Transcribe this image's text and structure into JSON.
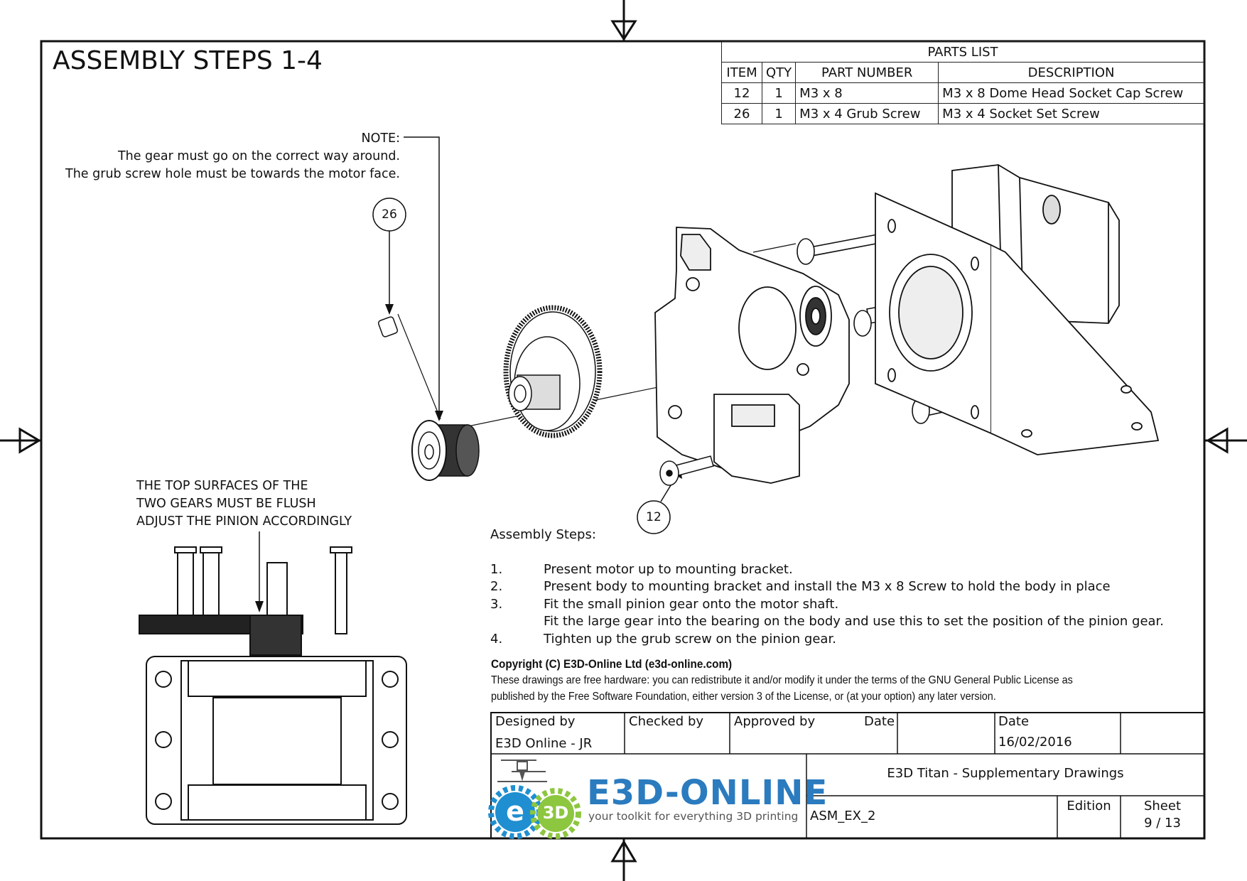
{
  "title": "ASSEMBLY STEPS 1-4",
  "note": {
    "label": "NOTE:",
    "line1": "The gear must go on the correct way around.",
    "line2": "The grub screw hole must be towards the motor face."
  },
  "flush_note": {
    "line1": "THE TOP SURFACES OF THE",
    "line2": "TWO GEARS MUST BE FLUSH",
    "line3": "ADJUST THE PINION ACCORDINGLY"
  },
  "callouts": {
    "grub": "26",
    "screw": "12"
  },
  "parts_list": {
    "title": "PARTS LIST",
    "headers": [
      "ITEM",
      "QTY",
      "PART NUMBER",
      "DESCRIPTION"
    ],
    "rows": [
      [
        "12",
        "1",
        "M3 x 8",
        "M3 x 8 Dome Head Socket Cap Screw"
      ],
      [
        "26",
        "1",
        "M3 x 4 Grub Screw",
        "M3 x 4 Socket Set Screw"
      ]
    ]
  },
  "assembly": {
    "heading": "Assembly Steps:",
    "steps": [
      {
        "num": "1.",
        "text": "Present motor up to mounting bracket."
      },
      {
        "num": "2.",
        "text": "Present body to mounting bracket and install the M3 x 8 Screw to hold the body in place"
      },
      {
        "num": "3.",
        "text": "Fit the small pinion gear onto the motor shaft."
      },
      {
        "num": "",
        "text": "Fit the large gear into the bearing on the body and use this to set the position of the pinion gear."
      },
      {
        "num": "4.",
        "text": "Tighten up the grub screw on the pinion gear."
      }
    ]
  },
  "copyright": {
    "heading": "Copyright (C) E3D-Online Ltd (e3d-online.com)",
    "line1": "These drawings are free hardware: you can redistribute it and/or modify it under the terms of the GNU General Public License as",
    "line2": "published by the Free Software Foundation, either version 3 of the License, or (at your option) any later version."
  },
  "title_block": {
    "designed_by_label": "Designed by",
    "designed_by": "E3D Online - JR",
    "checked_by_label": "Checked by",
    "approved_by_label": "Approved by",
    "date_label_1": "Date",
    "date_label_2": "Date",
    "date": "16/02/2016",
    "drawing_title": "E3D Titan - Supplementary Drawings",
    "drawing_number": "ASM_EX_2",
    "edition_label": "Edition",
    "sheet_label": "Sheet",
    "sheet": "9 / 13"
  },
  "logo": {
    "brand": "E3D-ONLINE",
    "tagline": "your toolkit for everything 3D printing",
    "badge_e": "e",
    "badge_3d": "3D",
    "colors": {
      "brand": "#2b7bbf",
      "green": "#8dc63f",
      "blue": "#1f8fd1"
    }
  }
}
